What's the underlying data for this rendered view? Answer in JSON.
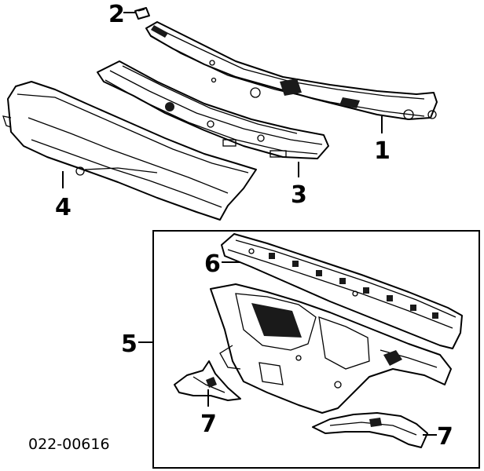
{
  "callouts": {
    "c1": "1",
    "c2": "2",
    "c3": "3",
    "c4": "4",
    "c5": "5",
    "c6": "6",
    "c7a": "7",
    "c7b": "7"
  },
  "diagram_code": "022-00616"
}
